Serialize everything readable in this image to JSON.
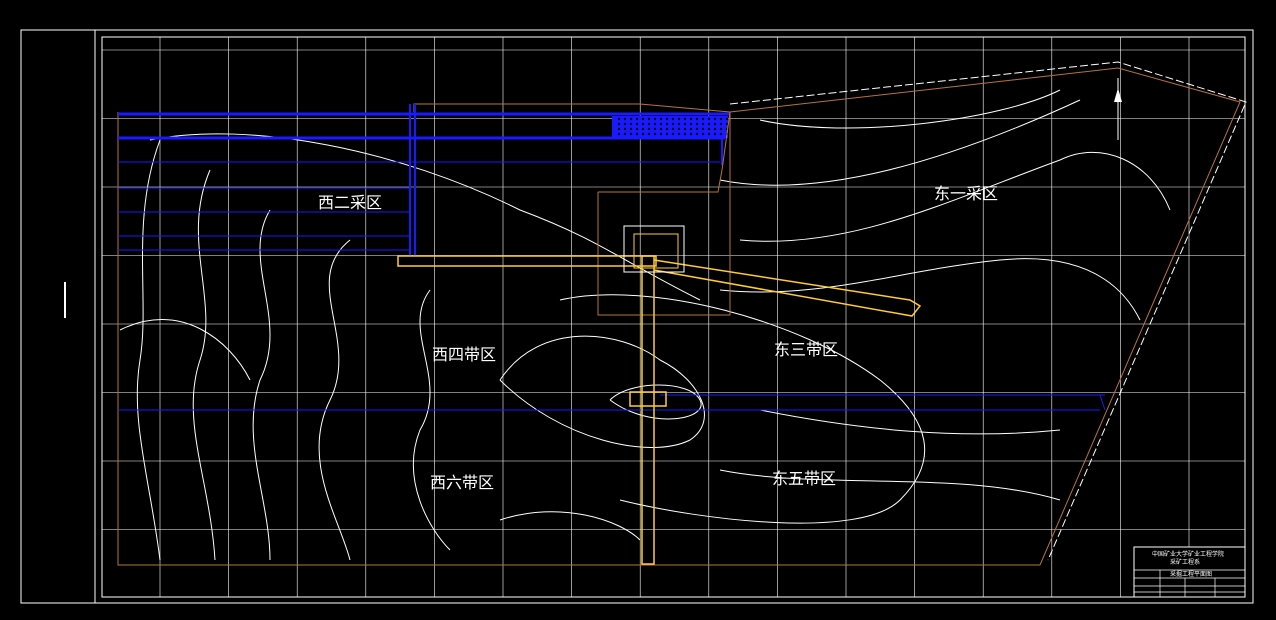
{
  "drawing": {
    "zones": [
      {
        "id": "west-2",
        "label": "西二采区"
      },
      {
        "id": "east-1",
        "label": "东一采区"
      },
      {
        "id": "west-4",
        "label": "西四带区"
      },
      {
        "id": "east-3",
        "label": "东三带区"
      },
      {
        "id": "west-6",
        "label": "西六带区"
      },
      {
        "id": "east-5",
        "label": "东五带区"
      }
    ],
    "title_block": {
      "school": "中国矿业大学矿业工程学院",
      "dept": "采矿工程系",
      "drawing_name": "采掘工程平面图"
    },
    "colors": {
      "background": "#000000",
      "border": "#ffffff",
      "grid": "#ffffff",
      "contour": "#ffffff",
      "roadway_blue": "#1a1aff",
      "main_roadway": "#ffcc33",
      "boundary": "#b8733a"
    }
  }
}
